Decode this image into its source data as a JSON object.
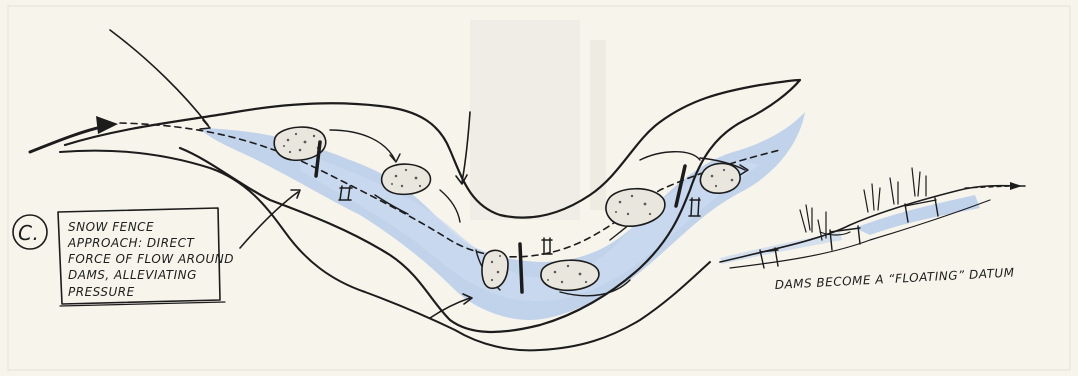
{
  "label_marker": "C.",
  "note_lines": [
    "SNOW FENCE",
    "APPROACH: DIRECT",
    "FORCE OF FLOW AROUND",
    "DAMS, ALLEVIATING",
    "PRESSURE"
  ],
  "section_caption": "DAMS BECOME A “FLOATING” DATUM",
  "colors": {
    "water": "#b7cdea",
    "ink": "#1c1c1c",
    "paper": "#f7f4ec"
  }
}
